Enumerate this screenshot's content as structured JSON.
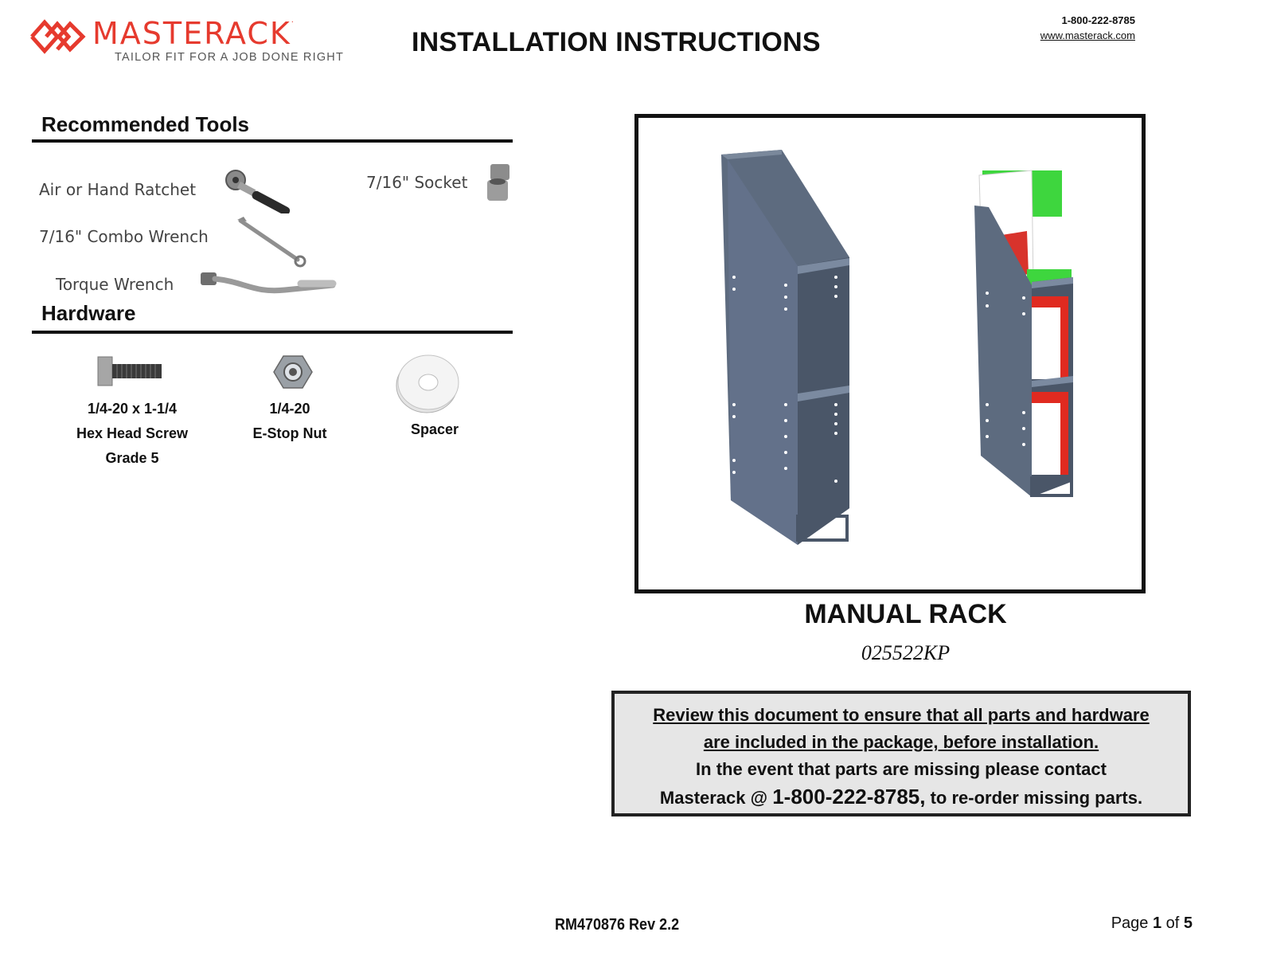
{
  "header": {
    "brand": "MASTERACK",
    "tagline": "TAILOR FIT FOR A JOB DONE RIGHT",
    "title": "INSTALLATION INSTRUCTIONS",
    "phone": "1-800-222-8785",
    "website": "www.masterack.com"
  },
  "tools": {
    "heading": "Recommended Tools",
    "items": [
      {
        "label": "Air or Hand Ratchet",
        "icon": "ratchet-icon"
      },
      {
        "label": "7/16\" Combo Wrench",
        "icon": "combo-wrench-icon"
      },
      {
        "label": "Torque Wrench",
        "icon": "torque-wrench-icon"
      },
      {
        "label": "7/16\" Socket",
        "icon": "socket-icon"
      }
    ]
  },
  "hardware": {
    "heading": "Hardware",
    "items": [
      {
        "lines": [
          "1/4-20 x 1-1/4",
          "Hex Head Screw",
          "Grade 5"
        ],
        "icon": "hex-screw-icon"
      },
      {
        "lines": [
          "1/4-20",
          "E-Stop Nut"
        ],
        "icon": "nut-icon"
      },
      {
        "lines": [
          "Spacer"
        ],
        "icon": "spacer-icon"
      }
    ]
  },
  "product": {
    "name": "MANUAL RACK",
    "part_number": "025522KP",
    "images": [
      "empty-rack-image",
      "loaded-rack-image"
    ]
  },
  "notice": {
    "line1": "Review this document to ensure that all parts and hardware",
    "line2": "are included in the package, before installation.",
    "line3": "In the event that parts are missing please contact",
    "line4_prefix": "Masterack @ ",
    "line4_phone": "1-800-222-8785,",
    "line4_suffix": " to re-order missing parts."
  },
  "footer": {
    "doc_code": "RM470876 Rev 2.2",
    "page_prefix": "Page ",
    "page_current": "1",
    "page_of": " of ",
    "page_total": "5"
  },
  "colors": {
    "brand_red": "#e63a2e",
    "rack_gray": "#5d6b7f",
    "notice_bg": "#e6e6e6"
  }
}
